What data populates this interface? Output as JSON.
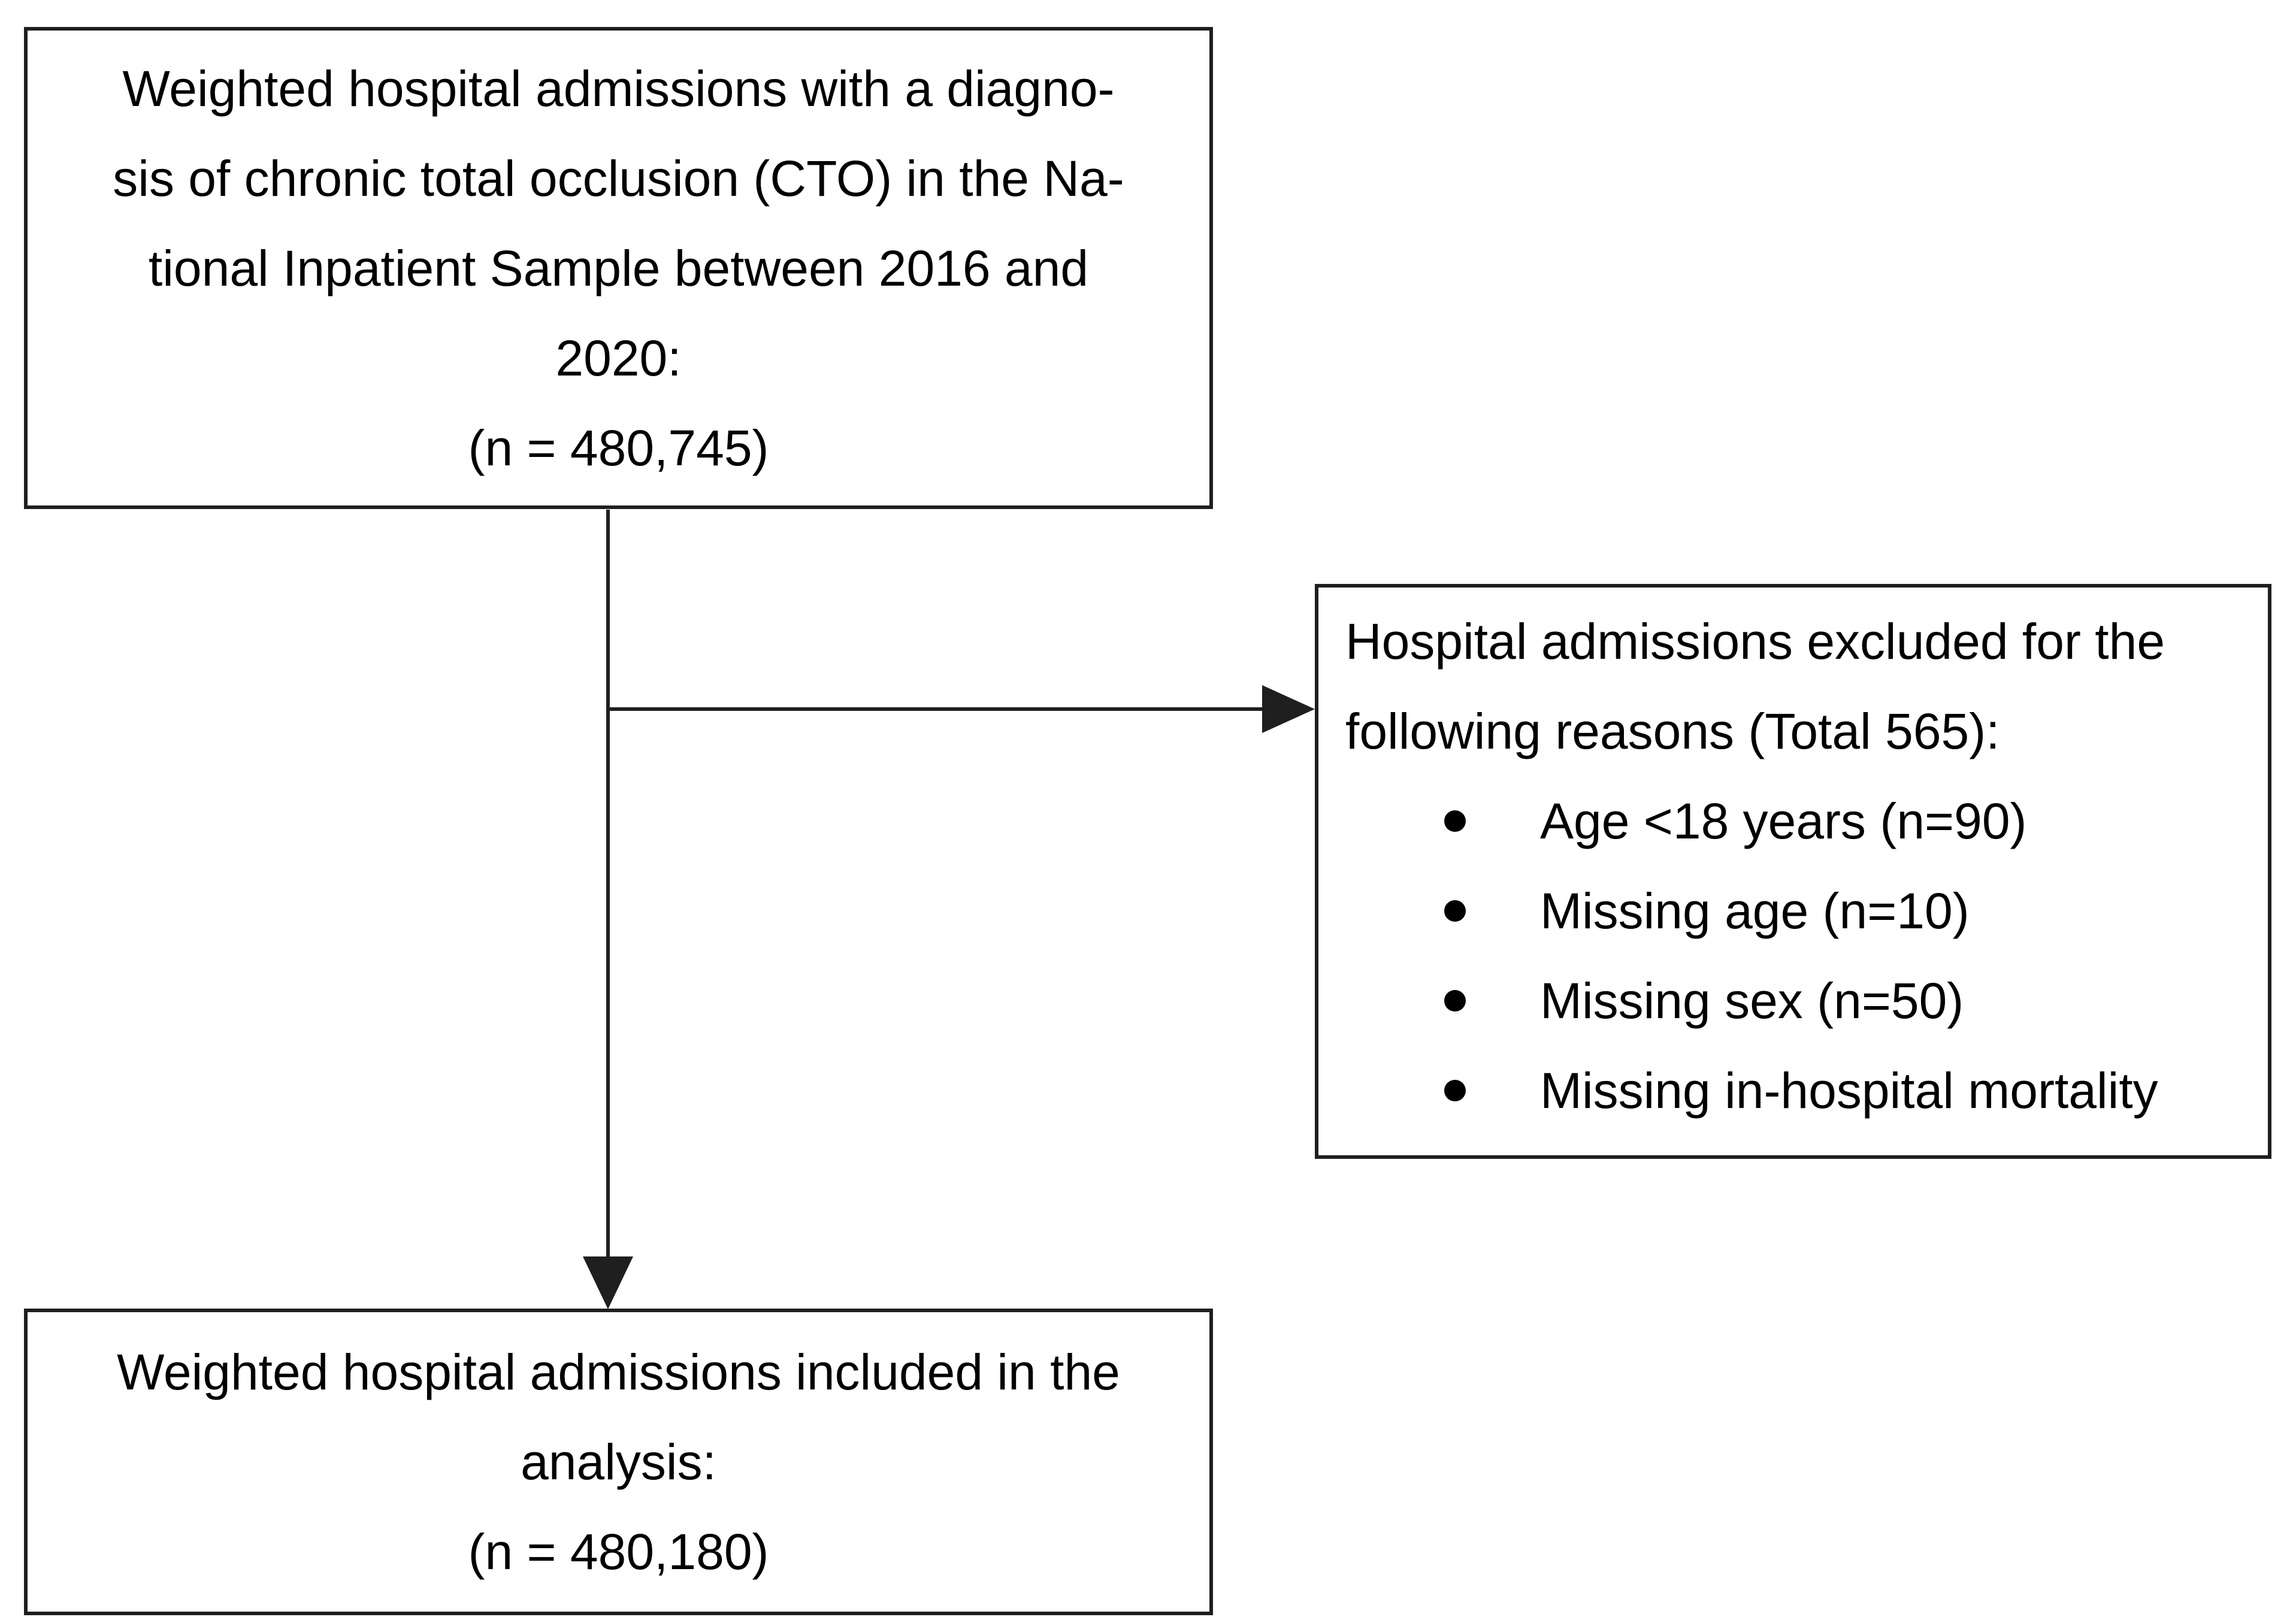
{
  "colors": {
    "ink": "#1f1f1f",
    "text": "#000000",
    "background": "#ffffff"
  },
  "icons": {
    "bullet": "filled-circle",
    "down_arrowhead": "solid-triangle-down",
    "right_arrowhead": "solid-triangle-right"
  },
  "flow": {
    "top_box": {
      "lines": [
        "Weighted hospital admissions with a diagno-",
        "sis of chronic total occlusion (CTO) in the Na-",
        "tional Inpatient Sample between 2016 and",
        "2020:",
        "(n = 480,745)"
      ]
    },
    "exclusion_box": {
      "header_lines": [
        "Hospital admissions excluded for the",
        "following reasons (Total 565):"
      ],
      "bullets": [
        "Age <18 years (n=90)",
        "Missing age (n=10)",
        "Missing sex (n=50)",
        "Missing in-hospital mortality"
      ]
    },
    "bottom_box": {
      "lines": [
        "Weighted hospital admissions included in the",
        "analysis:",
        "(n = 480,180)"
      ]
    }
  }
}
